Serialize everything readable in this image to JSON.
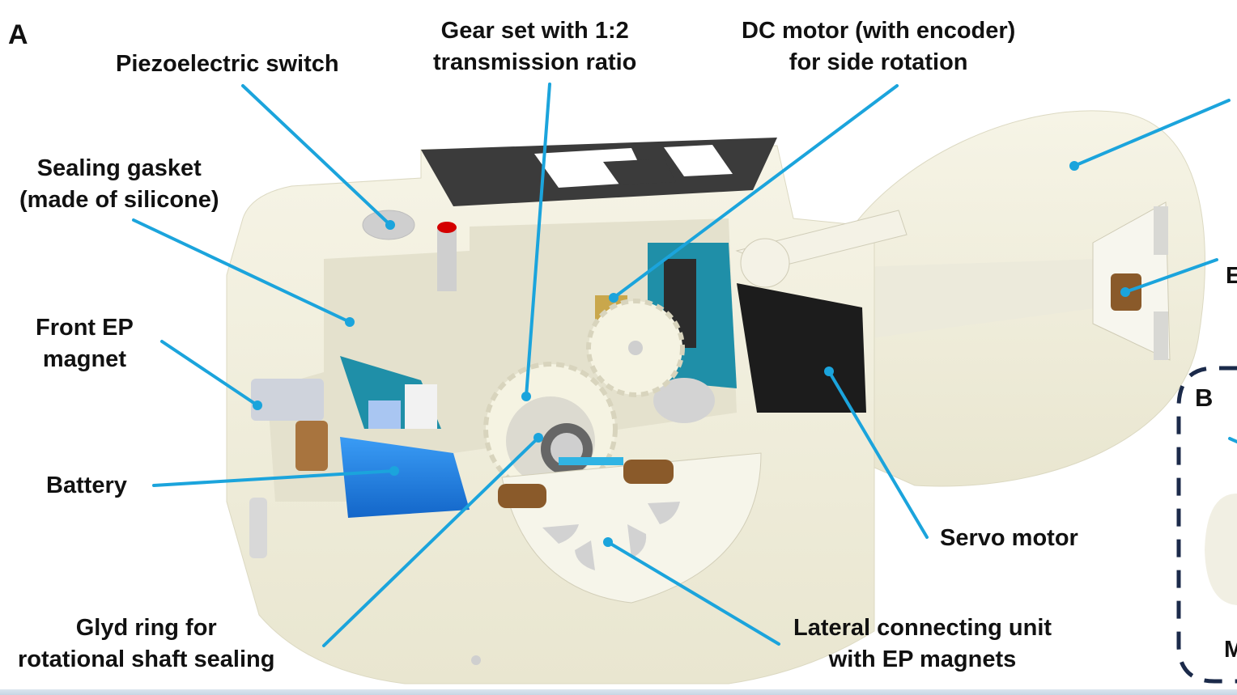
{
  "figure": {
    "panel_a_label": "A",
    "panel_b_label": "B",
    "panel_b_partial_text": "M",
    "edge_partial_label": "E",
    "colors": {
      "leader_line": "#1ba4dc",
      "body_shell": "#f1efdf",
      "battery": "#1e7fe0",
      "pcb": "#1f8fa8",
      "servo": "#1c1c1c",
      "magnet": "#8a5a2a",
      "panel_b_border": "#1b2a4a"
    },
    "labels": {
      "piezo": [
        "Piezoelectric switch"
      ],
      "gasket": [
        "Sealing gasket",
        "(made of silicone)"
      ],
      "front_ep": [
        "Front EP",
        "magnet"
      ],
      "battery": [
        "Battery"
      ],
      "gear": [
        "Gear set with 1:2",
        "transmission ratio"
      ],
      "dc_motor": [
        "DC motor (with encoder)",
        "for side rotation"
      ],
      "servo": [
        "Servo motor"
      ],
      "glyd": [
        "Glyd ring for",
        "rotational shaft sealing"
      ],
      "lateral": [
        "Lateral connecting unit",
        "with EP magnets"
      ]
    }
  }
}
